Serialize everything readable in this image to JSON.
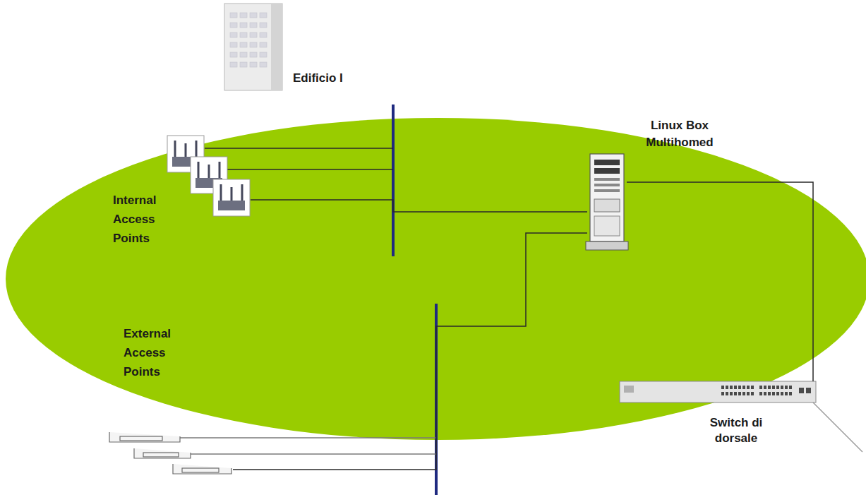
{
  "diagram": {
    "nodes": [
      {
        "text": [
          "Edificio I"
        ]
      },
      {
        "text": [
          "Internal Access Points"
        ]
      },
      {
        "text": [
          "Linux Box Multihomed"
        ]
      },
      {
        "text": [
          "External Access Points"
        ]
      },
      {
        "text": [
          "Switch di dorsale"
        ]
      }
    ],
    "edges": [
      {
        "from": 1,
        "to": 2,
        "arrow": "none"
      },
      {
        "from": 3,
        "to": 2,
        "arrow": "none"
      },
      {
        "from": 2,
        "to": 4,
        "arrow": "none"
      }
    ]
  }
}
